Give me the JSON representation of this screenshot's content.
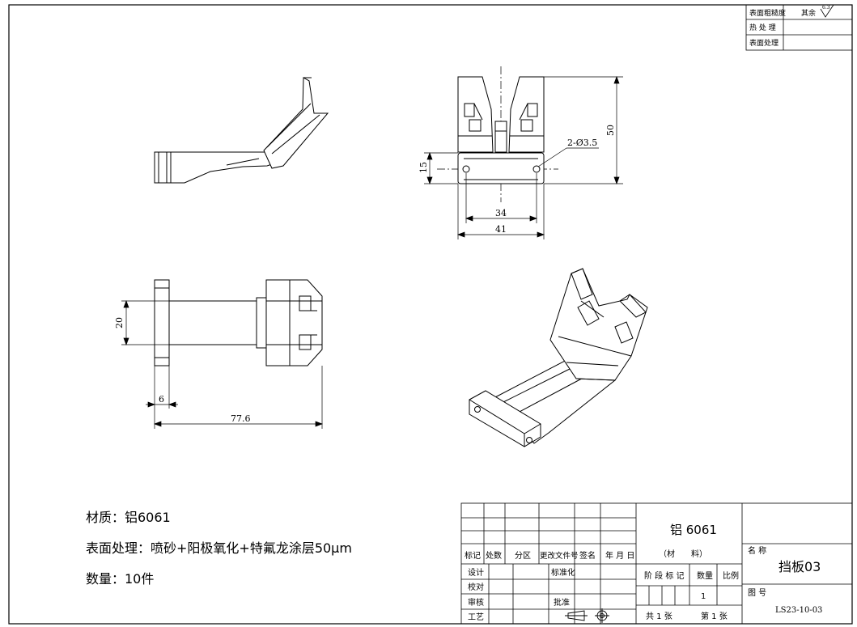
{
  "roughness_table": {
    "rows": [
      {
        "label": "表面粗糙度",
        "value": "其余"
      },
      {
        "label": "热 处 理",
        "value": ""
      },
      {
        "label": "表面处理",
        "value": ""
      }
    ],
    "ra_symbol": "6.3"
  },
  "dimensions": {
    "front_height": "50",
    "front_base_height": "15",
    "hole_callout": "2-Ø3.5",
    "hole_spacing": "34",
    "front_width": "41",
    "side_width": "20",
    "flange_thickness": "6",
    "overall_length": "77.6"
  },
  "notes": {
    "material": "材质：铝6061",
    "surface": "表面处理：喷砂+阳极氧化+特氟龙涂层50μm",
    "quantity": "数量：10件"
  },
  "title_block": {
    "revision_headers": [
      "标记",
      "处数",
      "分区",
      "更改文件号",
      "签名",
      "年 月 日"
    ],
    "roles": [
      "设计",
      "校对",
      "审核",
      "工艺"
    ],
    "standardize": "标准化",
    "approve": "批准",
    "material": "铝 6061",
    "material_caption": "（材　　料）",
    "stage_mark": "阶 段 标 记",
    "weight": "数量",
    "scale": "比例",
    "weight_value": "1",
    "sheets_total": "共 1 张",
    "sheet_no": "第 1 张",
    "name_label": "名 称",
    "name": "挡板03",
    "drawing_no_label": "图 号",
    "drawing_no": "LS23-10-03"
  }
}
